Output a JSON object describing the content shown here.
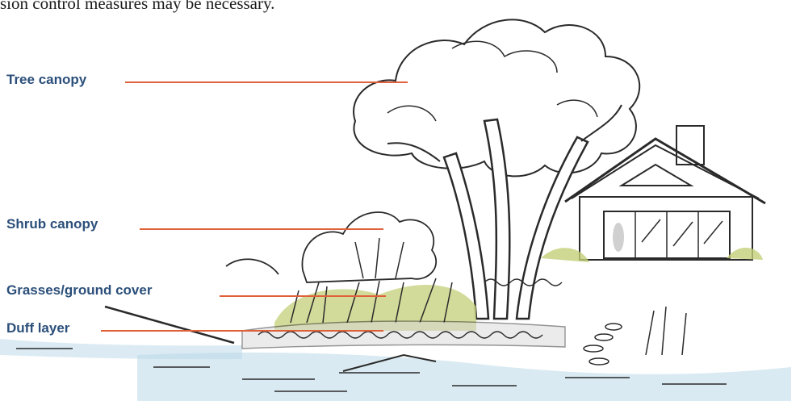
{
  "intro_text": "sion control measures may be necessary.",
  "colors": {
    "label": "#2b4f7a",
    "leader": "#e0603a",
    "water": "#b9d8e8",
    "grass": "#c4cf78",
    "ink": "#2a2a2a"
  },
  "labels": [
    {
      "id": "tree-canopy",
      "text": "Tree canopy"
    },
    {
      "id": "shrub-canopy",
      "text": "Shrub canopy"
    },
    {
      "id": "grasses-ground-cover",
      "text": "Grasses/ground cover"
    },
    {
      "id": "duff-layer",
      "text": "Duff layer"
    }
  ]
}
